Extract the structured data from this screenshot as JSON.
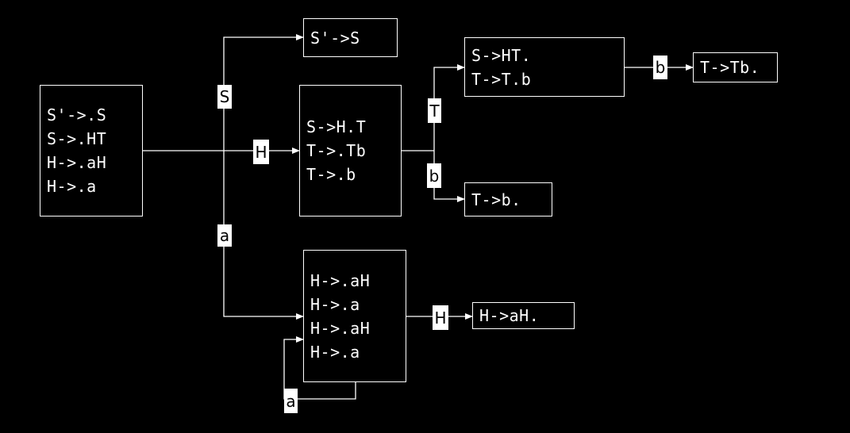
{
  "states": {
    "s0": [
      "S'->.S",
      "S->.HT",
      "H->.aH",
      "H->.a"
    ],
    "s1": [
      "S'->S"
    ],
    "s2": [
      "S->H.T",
      "T->.Tb",
      "T->.b"
    ],
    "s3": [
      "S->HT.",
      "T->T.b"
    ],
    "s4": [
      "T->Tb."
    ],
    "s5": [
      "T->b."
    ],
    "s6": [
      "H->.aH",
      "H->.a",
      "H->.aH",
      "H->.a"
    ],
    "s7": [
      "H->aH."
    ]
  },
  "edges": {
    "s0_s1": "S",
    "s0_s2": "H",
    "s0_s6": "a",
    "s2_s3": "T",
    "s2_s5": "b",
    "s3_s4": "b",
    "s6_s7": "H",
    "s6_s6": "a"
  }
}
